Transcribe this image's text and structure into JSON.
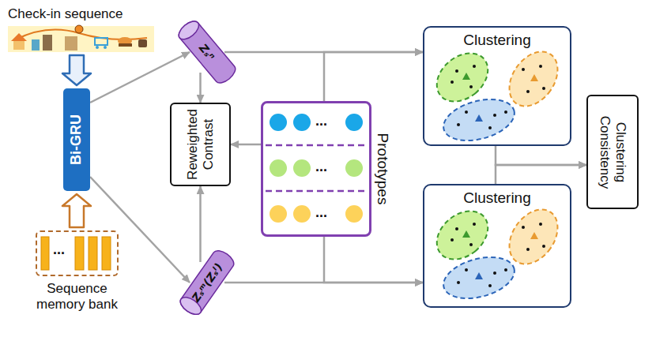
{
  "diagram": {
    "nodes": [
      {
        "text": [
          "Check-in sequence"
        ]
      },
      {
        "text": [
          "Bi-GRU"
        ]
      },
      {
        "text": [
          "Sequence memory bank"
        ]
      },
      {
        "text": [
          "Zₛⁿ"
        ]
      },
      {
        "text": [
          "Reweighted Contrast"
        ]
      },
      {
        "text": [
          "Prototypes"
        ]
      },
      {
        "text": [
          "Zₛᵐ(Zₛˡ)"
        ]
      },
      {
        "text": [
          "Clustering"
        ]
      },
      {
        "text": [
          "Clustering"
        ]
      },
      {
        "text": [
          "Clustering Consistency"
        ]
      }
    ],
    "edges": [
      {
        "from": 0,
        "to": 1,
        "arrow": "to"
      },
      {
        "from": 2,
        "to": 1,
        "arrow": "to"
      },
      {
        "from": 1,
        "to": 3,
        "arrow": "to"
      },
      {
        "from": 1,
        "to": 6,
        "arrow": "to"
      },
      {
        "from": 3,
        "to": 4,
        "arrow": "to"
      },
      {
        "from": 6,
        "to": 4,
        "arrow": "to"
      },
      {
        "from": 5,
        "to": 4,
        "arrow": "to"
      },
      {
        "from": 3,
        "to": 7,
        "arrow": "to"
      },
      {
        "from": 5,
        "to": 7,
        "arrow": "to"
      },
      {
        "from": 6,
        "to": 8,
        "arrow": "to"
      },
      {
        "from": 5,
        "to": 8,
        "arrow": "to"
      },
      {
        "from": 7,
        "to": 9,
        "arrow": "to"
      },
      {
        "from": 8,
        "to": 9,
        "arrow": "to"
      }
    ],
    "labels": [
      "...",
      "...",
      "...",
      "..."
    ]
  }
}
